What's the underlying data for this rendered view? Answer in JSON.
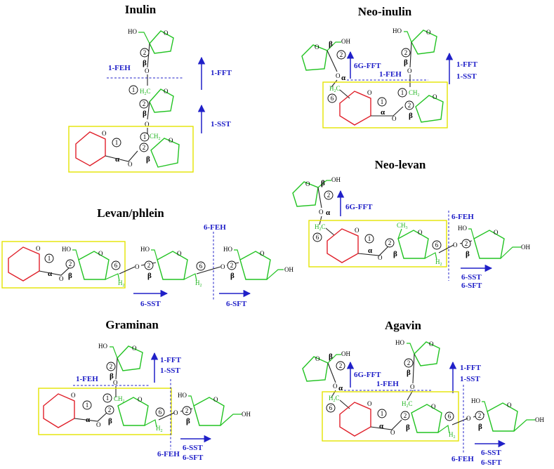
{
  "panels": {
    "inulin": {
      "title": "Inulin",
      "enzymes": [
        "1-FEH",
        "1-FFT",
        "1-SST"
      ]
    },
    "neo_inulin": {
      "title": "Neo-inulin",
      "enzymes": [
        "6G-FFT",
        "1-FEH",
        "1-FFT",
        "1-SST"
      ]
    },
    "levan": {
      "title": "Levan/phlein",
      "enzymes": [
        "6-FEH",
        "6-SST",
        "6-SFT"
      ]
    },
    "neo_levan": {
      "title": "Neo-levan",
      "enzymes": [
        "6G-FFT",
        "6-FEH",
        "6-SST",
        "6-SFT"
      ]
    },
    "graminan": {
      "title": "Graminan",
      "enzymes": [
        "1-FFT",
        "1-SST",
        "1-FEH",
        "6-FEH",
        "6-SST",
        "6-SFT"
      ]
    },
    "agavin": {
      "title": "Agavin",
      "enzymes": [
        "6G-FFT",
        "1-FEH",
        "1-FFT",
        "1-SST",
        "6-FEH",
        "6-SST",
        "6-SFT"
      ]
    }
  },
  "glyph": {
    "alpha": "α",
    "beta": "β",
    "o": "O",
    "oh": "OH",
    "ho": "HO",
    "ch2": "CH",
    "h2": "H",
    "h2c": "H",
    "ch3": "CH",
    "sub2": "2",
    "sub3": "3",
    "n1": "1",
    "n2": "2",
    "n6": "6"
  },
  "colors": {
    "fructose": "#22c322",
    "glucose": "#e0202a",
    "enzyme": "#2020c8",
    "sucrose_box": "#e4e400"
  }
}
